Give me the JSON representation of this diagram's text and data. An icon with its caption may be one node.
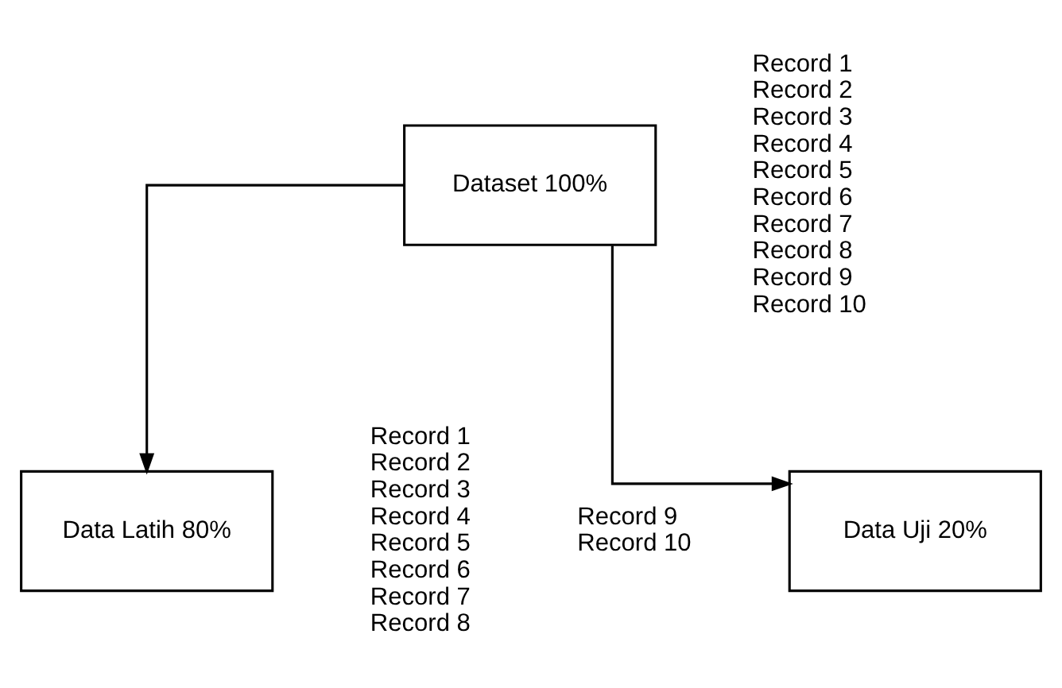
{
  "diagram": {
    "nodes": [
      {
        "text": [
          "Dataset 100%"
        ],
        "beside": [
          "Record 1",
          "Record 2",
          "Record 3",
          "Record 4",
          "Record 5",
          "Record 6",
          "Record 7",
          "Record 8",
          "Record 9",
          "Record 10"
        ]
      },
      {
        "text": [
          "Data Uji 20%"
        ],
        "beside": [
          "Record 9",
          "Record 10"
        ]
      },
      {
        "text": [
          "Data Latih 80%"
        ],
        "beside": [
          "Record 1",
          "Record 2",
          "Record 3",
          "Record 4",
          "Record 5",
          "Record 6",
          "Record 7",
          "Record 8"
        ]
      }
    ],
    "edges": [
      {
        "from": 0,
        "to": 1,
        "arrow": "to"
      },
      {
        "from": 0,
        "to": 2,
        "arrow": "to"
      }
    ]
  }
}
